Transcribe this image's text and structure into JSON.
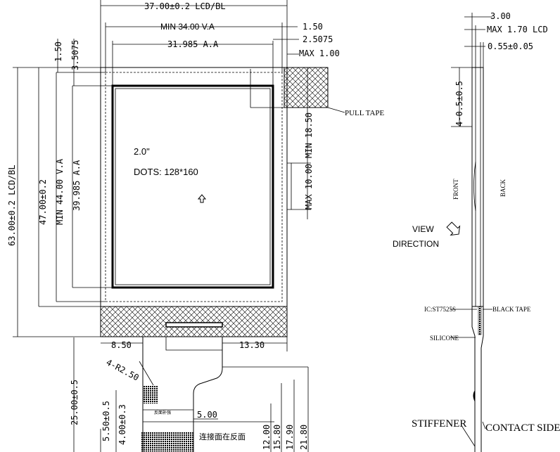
{
  "top_dims": {
    "lcd_width": "37.00±0.2 LCD/BL",
    "va_width": "MIN 34.00 V.A",
    "aa_width": "31.985 A.A",
    "d_150": "1.50",
    "d_25075": "2.5075",
    "max_100": "MAX 1.00"
  },
  "left_dims": {
    "d_150": "1.50",
    "d_35075": "3.5075",
    "lcd_height": "63.00±0.2 LCD/BL",
    "h_4700": "47.00±0.2",
    "va_height": "MIN 44.00 V.A",
    "aa_height": "39.985 A.A",
    "tail_length": "25.00±0.5",
    "d_550": "5.50±0.5",
    "d_400": "4.00±0.3"
  },
  "right_dims": {
    "min_1850": "MIN 18.50",
    "max_1000": "MAX 10.00",
    "pull_tape": "PULL TAPE"
  },
  "display": {
    "size": "2.0\"",
    "dots": "DOTS: 128*160"
  },
  "bottom_dims": {
    "d_850": "8.50",
    "d_1330": "13.30",
    "radius": "4-R2.50",
    "d_500": "5.00",
    "d_1200": "12.00",
    "d_1580": "15.80",
    "d_1790": "17.90",
    "d_2180": "21.80",
    "note_cn_1": "反面补强",
    "note_cn_2": "连接面在反面"
  },
  "side_view": {
    "d_300": "3.00",
    "max_170": "MAX 1.70 LCD",
    "d_055": "0.55±0.05",
    "d_405": "4-0.5±0.5",
    "front": "FRONT",
    "back": "BACK",
    "view": "VIEW",
    "direction": "DIRECTION",
    "ic": "IC:ST7525S",
    "black_tape": "BLACK TAPE",
    "silicone": "SILICONE",
    "stiffener": "STIFFENER",
    "contact_side": "CONTACT SIDE"
  }
}
